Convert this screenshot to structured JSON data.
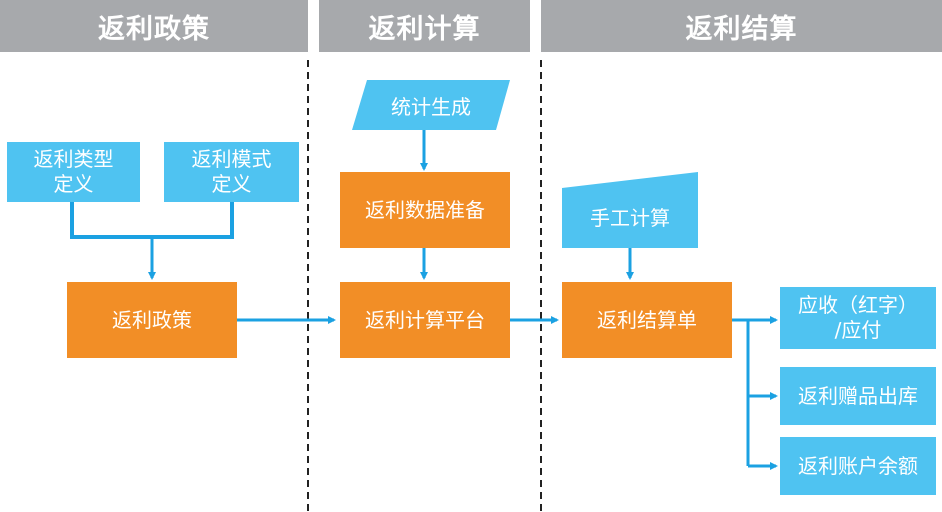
{
  "headers": {
    "policy": "返利政策",
    "calculation": "返利计算",
    "settlement": "返利结算"
  },
  "nodes": {
    "rebate_type_def": {
      "line1": "返利类型",
      "line2": "定义"
    },
    "rebate_mode_def": {
      "line1": "返利模式",
      "line2": "定义"
    },
    "rebate_policy": "返利政策",
    "stat_generate": "统计生成",
    "data_prep": "返利数据准备",
    "calc_platform": "返利计算平台",
    "manual_calc": "手工计算",
    "settlement_doc": "返利结算单",
    "receivable": {
      "line1": "应收（红字）",
      "line2": "/应付"
    },
    "gift_outbound": "返利赠品出库",
    "account_balance": "返利账户余额"
  },
  "colors": {
    "header_bg": "#a7a9ac",
    "blue": "#4fc3f1",
    "orange": "#f28e26",
    "connector": "#1ba1e2",
    "divider": "#222222"
  }
}
